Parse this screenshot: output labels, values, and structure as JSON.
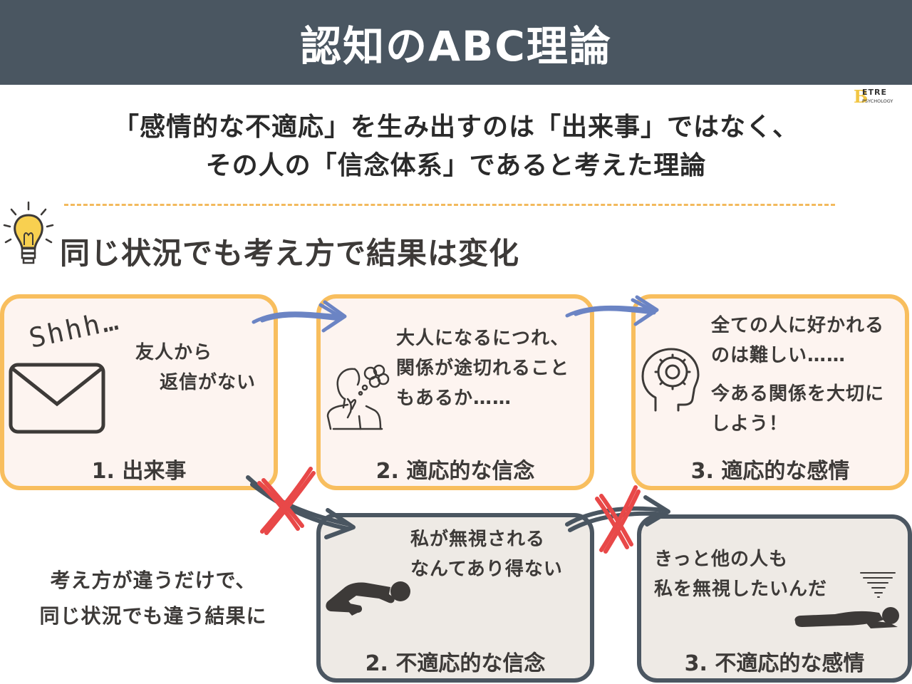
{
  "header": {
    "title": "認知のABC理論"
  },
  "logo": {
    "letter": "B",
    "line1": "ETRE",
    "line2": "PSYCHOLOGY"
  },
  "subtitle": {
    "line1": "「感情的な不適応」を生み出すのは「出来事」ではなく、",
    "line2": "その人の「信念体系」であると考えた理論"
  },
  "section": {
    "title": "同じ状況でも考え方で結果は変化"
  },
  "boxes": {
    "event": {
      "label": "1. 出来事",
      "sound": "Shhh…",
      "text1": "友人から",
      "text2": "返信がない"
    },
    "adaptive_belief": {
      "label": "2. 適応的な信念",
      "text1": "大人になるにつれ、",
      "text2": "関係が途切れること",
      "text3": "もあるか……"
    },
    "adaptive_emotion": {
      "label": "3. 適応的な感情",
      "text1": "全ての人に好かれる",
      "text2": "のは難しい……",
      "text3": "今ある関係を大切に",
      "text4": "しよう！"
    },
    "maladaptive_belief": {
      "label": "2. 不適応的な信念",
      "text1": "私が無視される",
      "text2": "なんてあり得ない"
    },
    "maladaptive_emotion": {
      "label": "3. 不適応的な感情",
      "text1": "きっと他の人も",
      "text2": "私を無視したいんだ"
    }
  },
  "note": {
    "line1": "考え方が違うだけで、",
    "line2": "同じ状況でも違う結果に"
  },
  "colors": {
    "header_bg": "#4a5661",
    "adaptive_border": "#f8be5e",
    "adaptive_bg": "#fdf4f0",
    "maladaptive_border": "#4b5661",
    "maladaptive_bg": "#eeeae5",
    "arrow_blue": "#6b84c4",
    "arrow_dark": "#4a5661",
    "cross_red": "#e84848"
  },
  "icons": [
    "lightbulb-icon",
    "envelope-icon",
    "thinking-person-icon",
    "head-gear-icon",
    "kneeling-person-icon",
    "lying-person-icon",
    "tornado-icon",
    "arrow-icon",
    "cross-icon"
  ]
}
